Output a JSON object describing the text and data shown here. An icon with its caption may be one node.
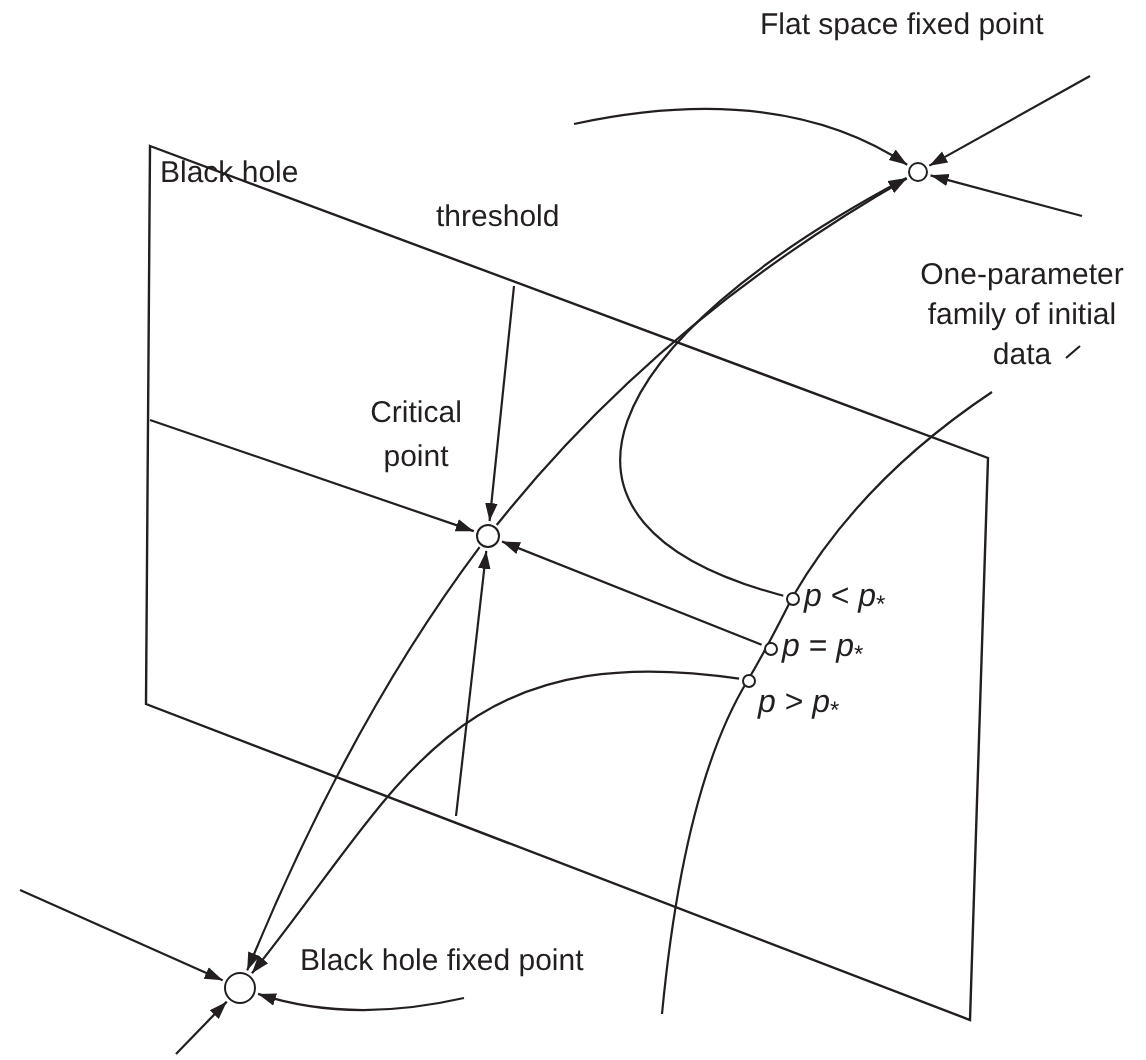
{
  "diagram": {
    "nodes": [
      {
        "text": [],
        "shape": "circle"
      },
      {
        "text": [],
        "shape": "circle",
        "beside": [
          "Critical point"
        ]
      },
      {
        "text": [],
        "shape": "circle",
        "beside": [
          "Black hole fixed point"
        ]
      },
      {
        "text": [],
        "shape": "circle",
        "beside": [
          "*p* < *p*$_{*}$"
        ]
      },
      {
        "text": [],
        "shape": "circle",
        "beside": [
          "*p* = *p*$_{*}$"
        ]
      },
      {
        "text": [],
        "shape": "circle",
        "beside": [
          "*p* > *p*$_{*}$"
        ]
      }
    ],
    "edges": [
      {
        "from": null,
        "to": 1,
        "arrow": "to"
      },
      {
        "from": null,
        "to": 1,
        "arrow": "to"
      },
      {
        "from": null,
        "to": 1,
        "arrow": "to"
      },
      {
        "from": 1,
        "to": 0,
        "arrow": "to"
      },
      {
        "from": 1,
        "to": 2,
        "arrow": "to"
      },
      {
        "from": 4,
        "to": 1,
        "arrow": "to"
      },
      {
        "from": 3,
        "to": 0,
        "arrow": "to"
      },
      {
        "from": 5,
        "to": 2,
        "arrow": "to"
      },
      {
        "from": null,
        "to": 0,
        "arrow": "to"
      },
      {
        "from": null,
        "to": 0,
        "arrow": "to"
      },
      {
        "from": null,
        "to": 0,
        "arrow": "to"
      },
      {
        "from": null,
        "to": 2,
        "arrow": "to"
      },
      {
        "from": null,
        "to": 2,
        "arrow": "to"
      },
      {
        "from": null,
        "to": 2,
        "arrow": "to"
      }
    ],
    "labels": [
      "Flat space fixed point",
      "Black hole",
      "threshold",
      "One-parameter family of initial data"
    ]
  }
}
